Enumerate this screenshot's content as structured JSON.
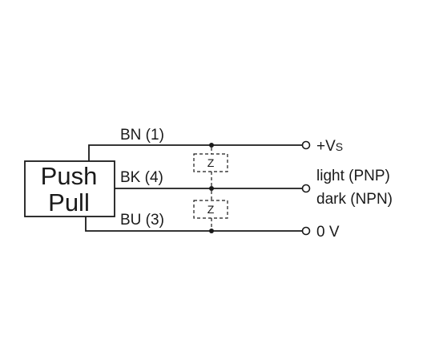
{
  "device": {
    "line1": "Push",
    "line2": "Pull"
  },
  "wires": [
    {
      "label": "BN (1)",
      "terminal": "+V",
      "terminal_sub": "S"
    },
    {
      "label": "BK (4)",
      "terminal_line1": "light (PNP)",
      "terminal_line2": "dark (NPN)"
    },
    {
      "label": "BU (3)",
      "terminal": "0 V"
    }
  ],
  "load": {
    "symbol": "Z"
  }
}
